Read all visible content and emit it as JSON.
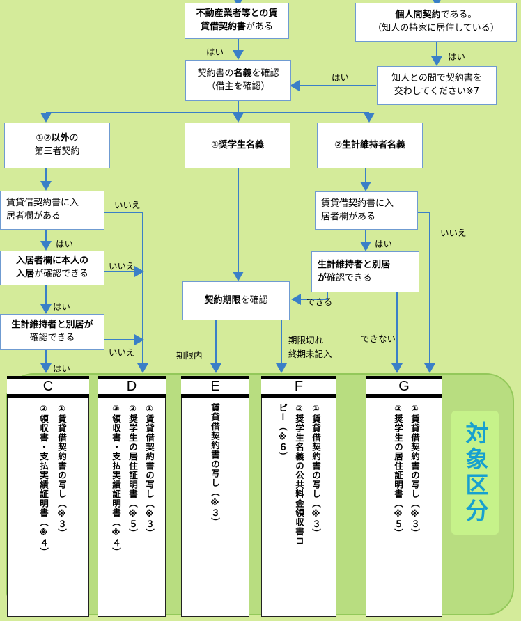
{
  "top": {
    "agent_bold": "不動産業者等との賃",
    "agent_bold2": "貸借契約書",
    "agent_rest": "がある",
    "private_bold": "個人間契約",
    "private_rest": "である。",
    "private_line2": "（知人の持家に居住している）"
  },
  "confirm": {
    "pre": "契約書の",
    "bold": "名義",
    "post": "を確認",
    "line2": "（借主を確認）"
  },
  "exchange": {
    "line1": "知人との間で契約書を",
    "line2": "交わしてください※7"
  },
  "branches": {
    "third_bold": "①②以外",
    "third_rest": "の",
    "third_line2": "第三者契約",
    "student": "①奨学生名義",
    "supporter": "②生計維持者名義"
  },
  "checks": {
    "resident1": "賃貸借契約書に入",
    "resident1b": "居者欄がある",
    "self_bold1": "入居者欄に本人の",
    "self_bold2": "入居",
    "self_rest": "が確認できる",
    "sep_bold": "生計維持者と別居",
    "sep_bold2": "が",
    "sep_line2": "確認できる",
    "resident2": "賃貸借契約書に入",
    "resident2b": "居者欄がある",
    "sep2_bold": "生計維持者と別居",
    "sep2_bold2": "が",
    "sep2_rest": "確認できる",
    "period_bold": "契約期限",
    "period_rest": "を確認"
  },
  "labels": {
    "yes": "はい",
    "no": "いいえ",
    "can": "できる",
    "cannot": "できない",
    "within": "期限内",
    "expired1": "期限切れ",
    "expired2": "終期未記入"
  },
  "columns": [
    {
      "letter": "C",
      "lines": [
        "①賃貸借契約書の写し（※３）",
        "②領収書・支払実績証明書（※４）"
      ]
    },
    {
      "letter": "D",
      "lines": [
        "①賃貸借契約書の写し（※３）",
        "②奨学生の居住証明書（※５）",
        "③領収書・支払実績証明書（※４）"
      ]
    },
    {
      "letter": "E",
      "lines": [
        "賃貸借契約書の写し（※３）"
      ]
    },
    {
      "letter": "F",
      "lines": [
        "①賃貸借契約書の写し（※３）",
        "②奨学生名義の公共料金領収書コ",
        "ピー（※６）"
      ]
    },
    {
      "letter": "G",
      "lines": [
        "①賃貸借契約書の写し（※３）",
        "②奨学生の居住証明書（※５）"
      ]
    }
  ],
  "target_label": "対象区分",
  "colors": {
    "background": "#d4eb9a",
    "band": "#b8dd80",
    "arrow": "#3a7fc7",
    "target_text": "#17a0cf"
  }
}
